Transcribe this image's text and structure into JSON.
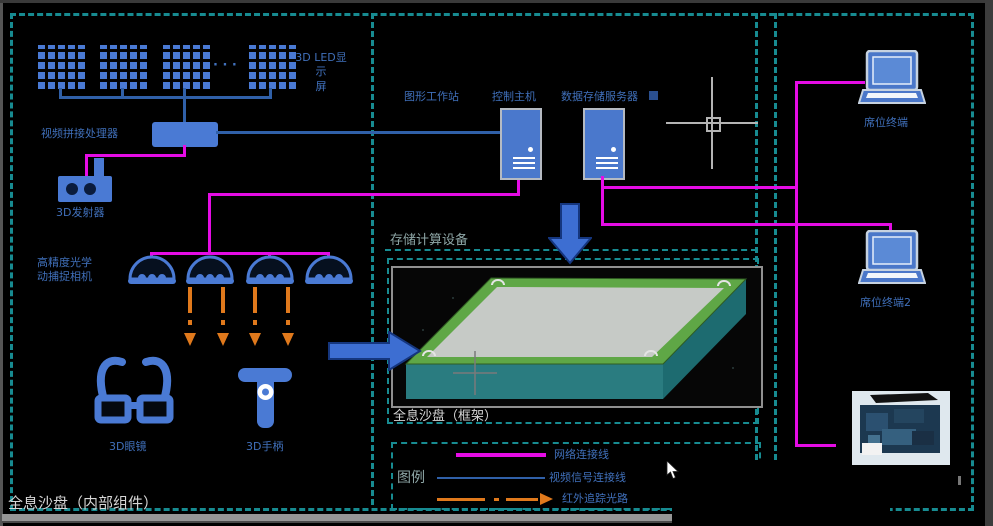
{
  "colors": {
    "network_line": "#e50ce5",
    "video_line": "#3060a8",
    "tracking_line": "#e0791c",
    "zone_border": "#178b91",
    "device_blue": "#4a7ad4",
    "label_blue": "#4070bb",
    "platform_green": "#5fa746",
    "platform_surface": "#c6cac6",
    "platform_side": "#2a7c80"
  },
  "left_zone": {
    "led_label_line1": "3D LED显示",
    "led_label_line2": "屏",
    "led_ellipsis": "· · ·",
    "video_processor_label": "视频拼接处理器",
    "emitter_label": "3D发射器",
    "camera_label_line1": "高精度光学",
    "camera_label_line2": "动捕捉相机",
    "glasses_label": "3D眼镜",
    "handle_label": "3D手柄",
    "zone_label": "全息沙盘（内部组件）"
  },
  "middle_zone": {
    "workstation_label": "图形工作站",
    "control_host_label": "控制主机",
    "storage_server_label": "数据存储服务器",
    "storage_device_label": "存储计算设备",
    "sandbox_frame_label": "全息沙盘（框架）"
  },
  "right_zone": {
    "terminal1_label": "席位终端",
    "terminal2_label": "席位终端2"
  },
  "legend": {
    "title": "图例",
    "items": [
      {
        "label": "网络连接线",
        "style": "magenta-solid"
      },
      {
        "label": "视频信号连接线",
        "style": "blue-solid"
      },
      {
        "label": "红外追踪光路",
        "style": "orange-dash-dot-arrow"
      }
    ]
  }
}
